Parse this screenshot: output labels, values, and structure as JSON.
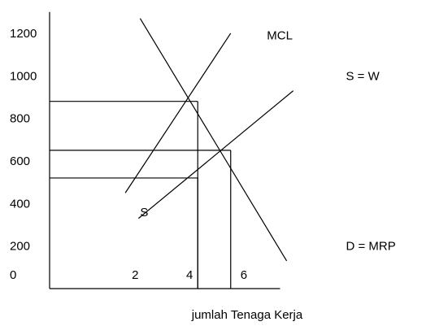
{
  "chart_data": {
    "type": "line",
    "xlabel": "jumlah Tenaga Kerja",
    "ylabel": "",
    "xlim": [
      0,
      7
    ],
    "ylim": [
      0,
      1300
    ],
    "origin_label": "0",
    "y_ticks": [
      {
        "value": 200,
        "label": "200"
      },
      {
        "value": 400,
        "label": "400"
      },
      {
        "value": 600,
        "label": "600"
      },
      {
        "value": 800,
        "label": "800"
      },
      {
        "value": 1000,
        "label": "1000"
      },
      {
        "value": 1200,
        "label": "1200"
      }
    ],
    "x_ticks": [
      {
        "value": 2.6,
        "label": "2"
      },
      {
        "value": 4.25,
        "label": "4"
      },
      {
        "value": 5.9,
        "label": "6"
      }
    ],
    "series": [
      {
        "name": "MCL",
        "x": [
          2.3,
          5.5
        ],
        "y": [
          450,
          1200
        ]
      },
      {
        "name": "S = W",
        "x": [
          2.7,
          7.4
        ],
        "y": [
          330,
          930
        ]
      },
      {
        "name": "D = MRP",
        "x": [
          2.75,
          7.2
        ],
        "y": [
          1270,
          130
        ]
      }
    ],
    "curve_labels": [
      {
        "series": "MCL",
        "text": "MCL",
        "x": 6.6,
        "y": 1190
      },
      {
        "series": "S = W",
        "text": "S = W",
        "x": 9.0,
        "y": 1000
      },
      {
        "series": "D = MRP",
        "text": "D = MRP",
        "x": 9.0,
        "y": 200
      }
    ],
    "annotation": {
      "text": "S",
      "x": 2.75,
      "y": 360
    },
    "guides": [
      {
        "x": 4.5,
        "y": 880
      },
      {
        "x": 4.5,
        "y": 520
      },
      {
        "x": 5.5,
        "y": 650
      }
    ]
  }
}
